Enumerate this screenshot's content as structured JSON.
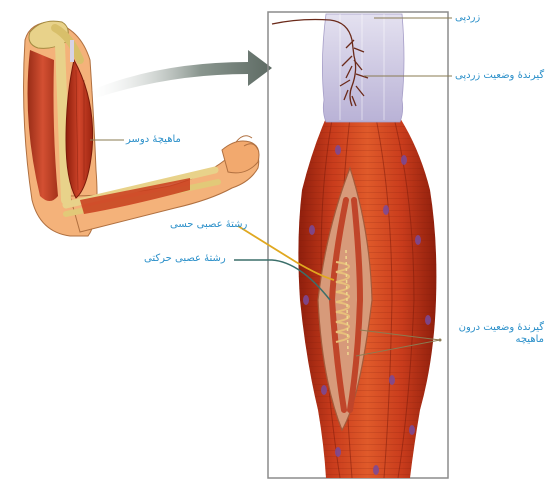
{
  "labels": {
    "tendon": "زردپی",
    "tendon_receptor": "گیرندهٔ وضعیت زردپی",
    "biceps": "ماهیچهٔ دوسر",
    "sensory_fiber": "رشتهٔ عصبی حسی",
    "motor_fiber": "رشتهٔ عصبی حرکتی",
    "muscle_receptor": "گیرندهٔ وضعیت درون ماهیچه"
  },
  "colors": {
    "label_text": "#2a8fc9",
    "leader_line": "#8a7b52",
    "frame": "#8c8c8c",
    "muscle_dark": "#9c2410",
    "muscle_mid": "#c73a1c",
    "muscle_light": "#e2642f",
    "tendon": "#c9c4e0",
    "skin": "#f4b27a",
    "bone": "#e8d28a",
    "nucleus": "#7a4a9a",
    "arrow": "#6d7a72"
  }
}
